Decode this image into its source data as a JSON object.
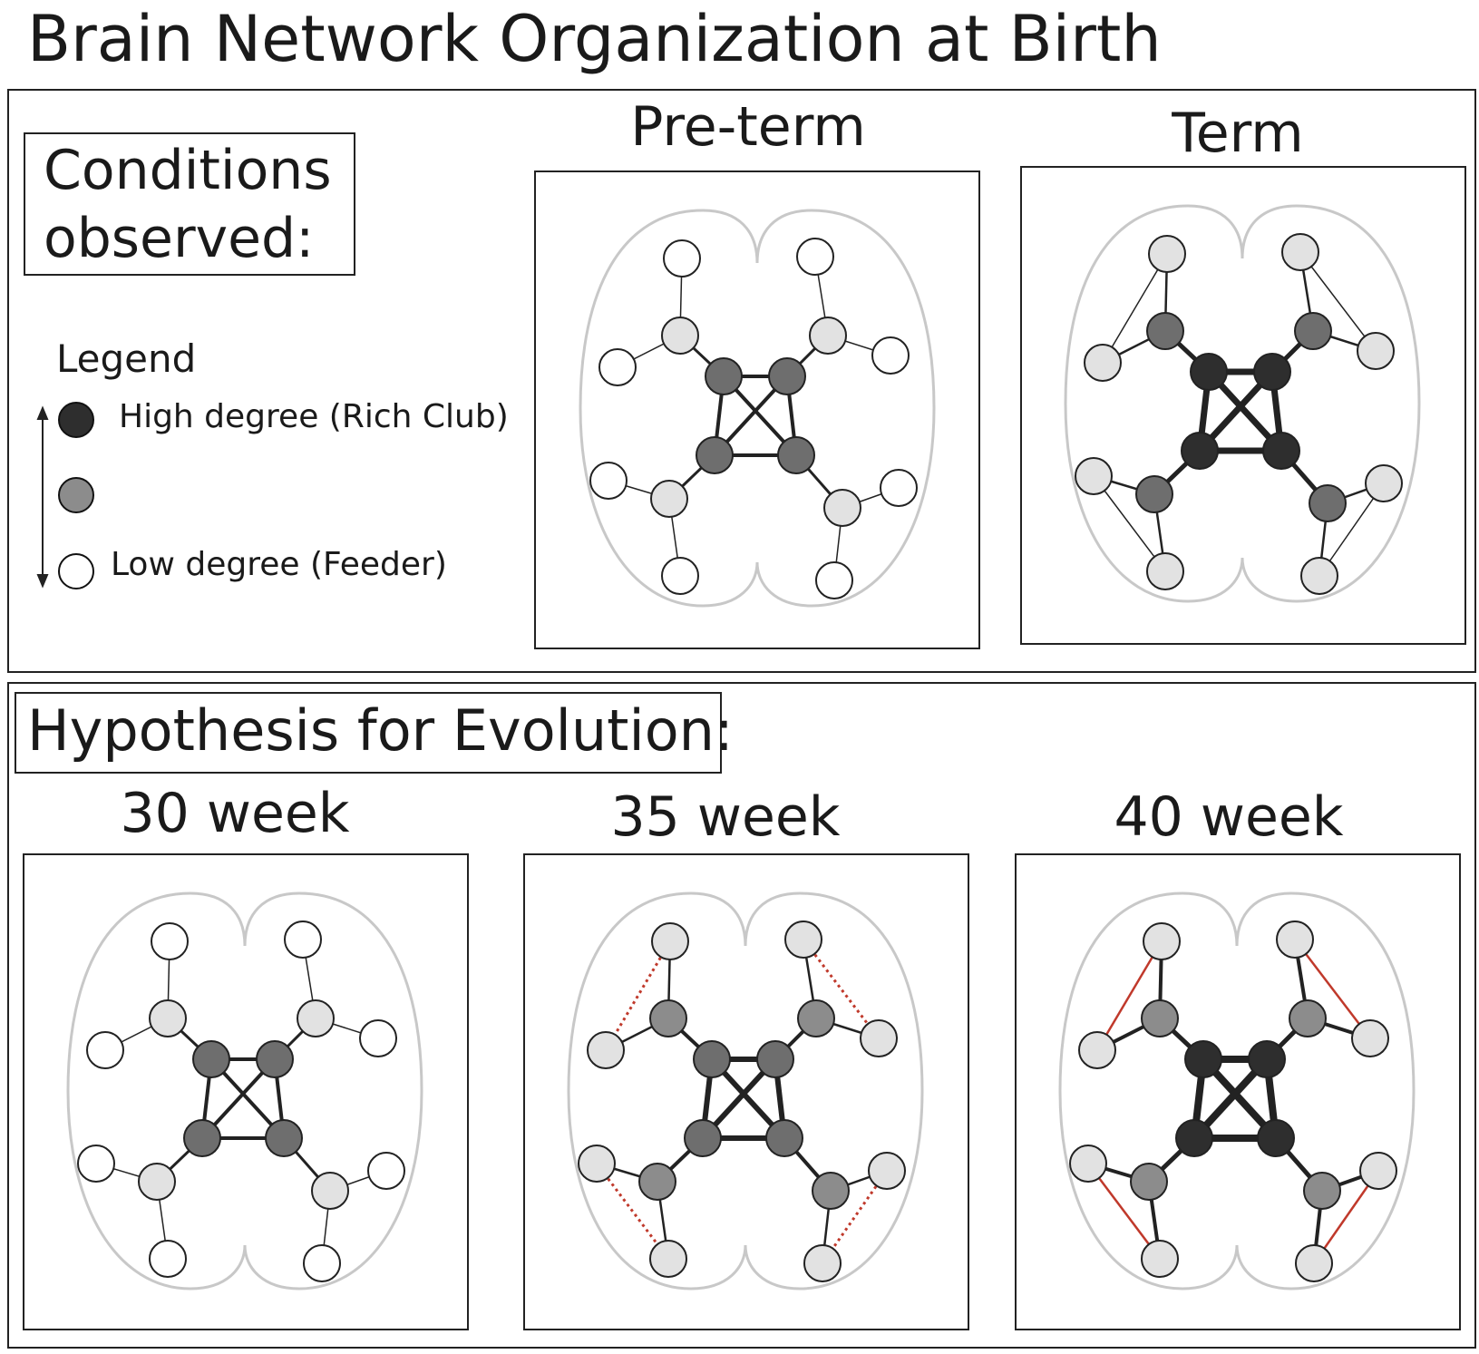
{
  "title": "Brain Network Organization at Birth",
  "conditions_label": "Conditions\nobserved:",
  "legend": {
    "title": "Legend",
    "high": "High degree (Rich Club)",
    "low": "Low degree (Feeder)"
  },
  "hypothesis_label": "Hypothesis for Evolution:",
  "panels": {
    "preterm": "Pre-term",
    "term": "Term",
    "w30": "30 week",
    "w35": "35 week",
    "w40": "40 week"
  },
  "colors": {
    "rich_club_dark": "#2e2e2e",
    "rich_club_mid": "#6e6e6e",
    "intermediate": "#8c8c8c",
    "feeder_light": "#e2e2e2",
    "feeder_white": "#ffffff",
    "new_connection": "#c0392b",
    "brain_outline": "#c8c8c8"
  }
}
